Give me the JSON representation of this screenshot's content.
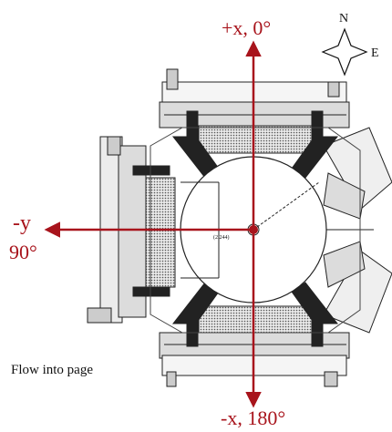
{
  "labels": {
    "pos_x": "+x, 0°",
    "neg_x": "-x, 180°",
    "neg_y_axis": "-y",
    "neg_y_angle": "90°",
    "flow_note": "Flow into page",
    "center_mark": "(2.244)"
  },
  "compass": {
    "north": "N",
    "east": "E"
  },
  "colors": {
    "axis": "#a8141c",
    "drawing": "#222222",
    "hatch": "#555555"
  }
}
